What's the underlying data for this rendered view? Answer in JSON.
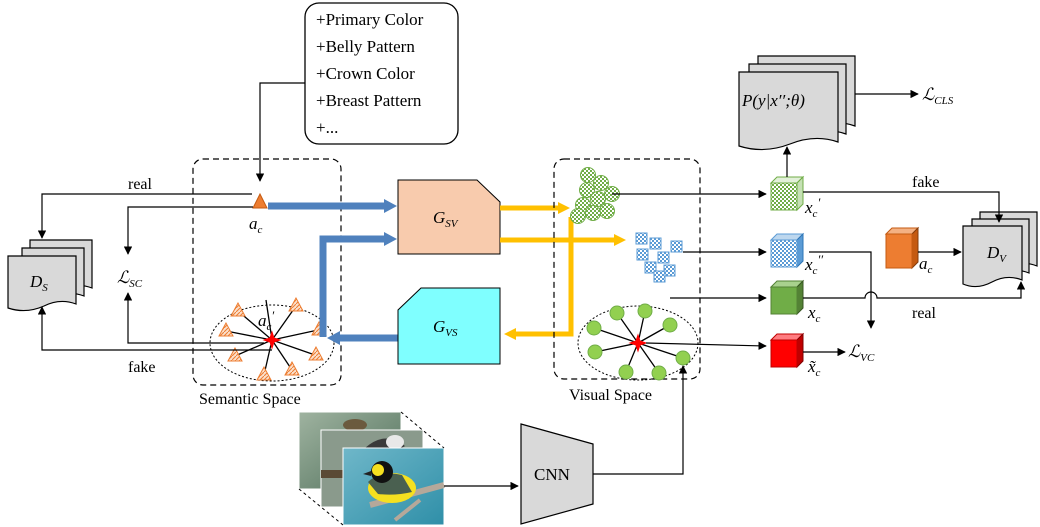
{
  "attributes": {
    "items": [
      "+Primary Color",
      "+Belly Pattern",
      "+Crown Color",
      "+Breast Pattern",
      "+..."
    ]
  },
  "spaces": {
    "semantic": "Semantic Space",
    "visual": "Visual Space"
  },
  "modules": {
    "ds": {
      "main": "D",
      "sub": "S"
    },
    "dv": {
      "main": "D",
      "sub": "V"
    },
    "gsv": {
      "main": "G",
      "sub": "SV"
    },
    "gvs": {
      "main": "G",
      "sub": "VS"
    },
    "cnn": "CNN",
    "prob": "P(y|x′′;θ)"
  },
  "losses": {
    "sc": {
      "main": "ℒ",
      "sub": "SC"
    },
    "vc": {
      "main": "ℒ",
      "sub": "VC"
    },
    "cls": {
      "main": "ℒ",
      "sub": "CLS"
    }
  },
  "symbols": {
    "ac": {
      "main": "a",
      "sub": "c"
    },
    "ac_prime": {
      "main": "a",
      "sub": "c",
      "sup": "′"
    },
    "ac_right": {
      "main": "a",
      "sub": "c"
    },
    "xc_prime": {
      "main": "x",
      "sub": "c",
      "sup": "′"
    },
    "xc_dprime": {
      "main": "x",
      "sub": "c",
      "sup": "′′"
    },
    "xc": {
      "main": "x",
      "sub": "c"
    },
    "xc_tilde": {
      "main": "x̃",
      "sub": "c"
    }
  },
  "edge_labels": {
    "real_left": "real",
    "fake_left": "fake",
    "fake_right": "fake",
    "real_right": "real"
  },
  "colors": {
    "blue_arrow": "#4f81bd",
    "yellow_arrow": "#ffc000",
    "gsv_fill": "#f8cbad",
    "gvs_fill": "#7fffff",
    "cube_green": "#70ad47",
    "cube_blue": "#5b9bd5",
    "cube_red": "#ff0000",
    "cube_orange": "#ed7d31",
    "node_green": "#92d050",
    "doc_gray": "#d9d9d9"
  }
}
